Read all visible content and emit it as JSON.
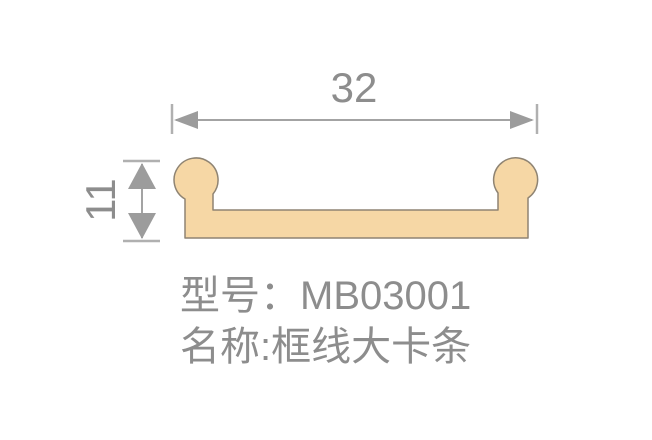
{
  "colors": {
    "background": "#ffffff",
    "profile_fill": "#f6d7a5",
    "profile_stroke": "#8f8473",
    "dim_line": "#a3a3a3",
    "dim_tick": "#b0b0b0",
    "dim_arrow": "#9c9c9c",
    "text_gray": "#8d8d8d"
  },
  "drawing": {
    "type": "profile-cross-section-diagram",
    "dimensions": {
      "width": {
        "value": "32",
        "orientation": "horizontal"
      },
      "height": {
        "value": "11",
        "orientation": "vertical"
      }
    }
  },
  "captions": {
    "model": {
      "label": "型号：",
      "value": "MB03001"
    },
    "name": {
      "label": "名称:",
      "value": "框线大卡条"
    }
  }
}
